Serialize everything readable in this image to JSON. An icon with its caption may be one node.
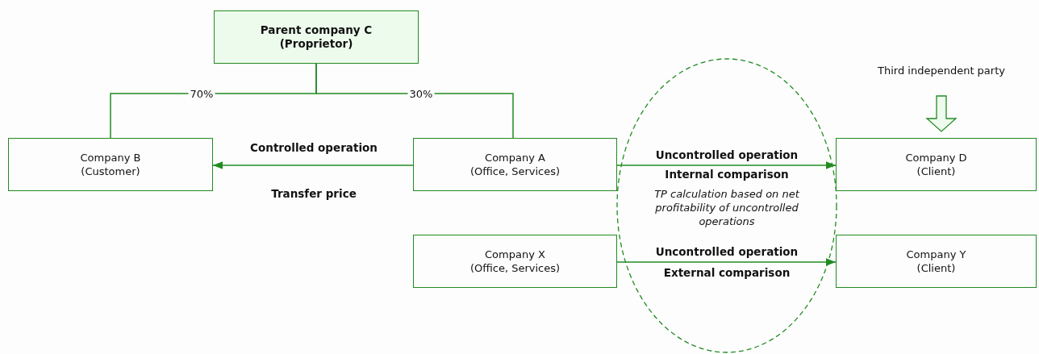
{
  "diagram": {
    "nodes": [
      {
        "text": [
          "Parent company C (Proprietor)"
        ]
      },
      {
        "text": [
          "Company B (Customer)"
        ]
      },
      {
        "text": [
          "Company A (Office, Services)"
        ]
      },
      {
        "text": [
          "Company D (Client)"
        ]
      },
      {
        "text": [
          "Company X (Office, Services)"
        ]
      },
      {
        "text": [
          "Company Y (Client)"
        ]
      },
      {
        "text": [
          "Third independent party"
        ]
      }
    ],
    "edges": [
      {
        "from": 0,
        "to": 1,
        "arrow": "none",
        "label": "70%"
      },
      {
        "from": 0,
        "to": 2,
        "arrow": "none",
        "label": "30%"
      },
      {
        "from": 2,
        "to": 1,
        "arrow": "to",
        "label": "Controlled operation"
      },
      {
        "from": 2,
        "to": 3,
        "arrow": "to",
        "label": "Uncontrolled operation"
      },
      {
        "from": 4,
        "to": 5,
        "arrow": "to",
        "label": "Uncontrolled operation"
      },
      {
        "from": 6,
        "to": 3,
        "arrow": "to",
        "style": "thick"
      }
    ],
    "labels": [
      "Transfer price",
      "Internal comparison",
      "TP calculation based on net profitability of uncontrolled operations",
      "External comparison"
    ]
  }
}
